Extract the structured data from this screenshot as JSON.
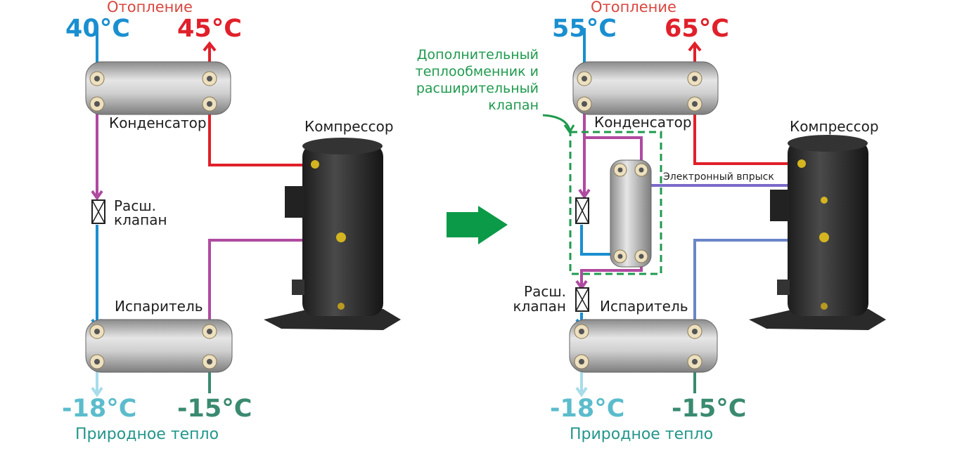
{
  "colors": {
    "hot": "#e0202a",
    "cold": "#1a8fd0",
    "refrigerant": "#b04aa0",
    "injection": "#7a6ac8",
    "evap_out": "#5bbccc",
    "evap_in": "#3a8a70",
    "arrow": "#0a9a48"
  },
  "left": {
    "heating_title": "Отопление",
    "temp_in": "40°C",
    "temp_out": "45°C",
    "condenser": "Конденсатор",
    "compressor": "Компрессор",
    "valve_line1": "Расш.",
    "valve_line2": "клапан",
    "evaporator": "Испаритель",
    "source_out": "-18°C",
    "source_in": "-15°C",
    "source_title": "Природное тепло"
  },
  "right": {
    "heating_title": "Отопление",
    "temp_in": "55°C",
    "temp_out": "65°C",
    "extra_label": [
      "Дополнительный",
      "теплообменник и",
      "расширительный",
      "клапан"
    ],
    "condenser": "Конденсатор",
    "compressor": "Компрессор",
    "injection": "Электронный впрыск",
    "valve_line1": "Расш.",
    "valve_line2": "клапан",
    "evaporator": "Испаритель",
    "source_out": "-18°C",
    "source_in": "-15°C",
    "source_title": "Природное тепло"
  }
}
